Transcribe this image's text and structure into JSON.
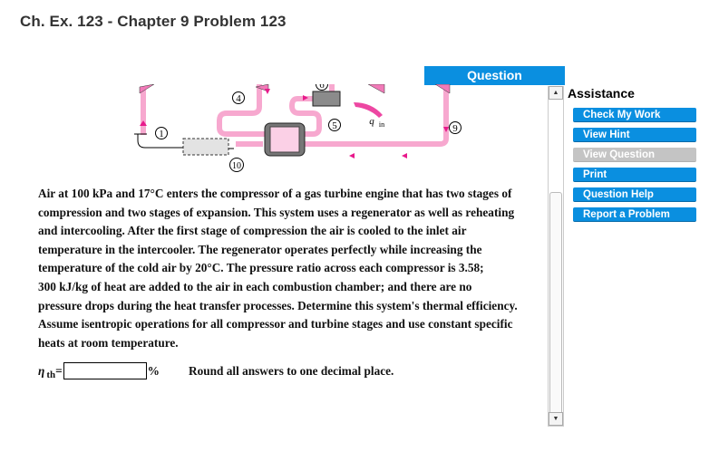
{
  "page_title": "Ch. Ex. 123 - Chapter 9 Problem 123",
  "question_tab": "Question",
  "diagram": {
    "labels": {
      "s1": "1",
      "s4": "4",
      "s5": "5",
      "s6": "6",
      "s9": "9",
      "s10": "10"
    },
    "q_in": "q",
    "q_in_sub": "in",
    "pipe_color": "#f7a8cf",
    "arrow_color": "#e8198b"
  },
  "problem_lines": [
    "Air at 100 kPa and 17°C enters the compressor of a gas turbine engine that has two stages of",
    "compression and two stages of expansion. This system uses a regenerator as well as reheating",
    "and intercooling. After the first stage of compression the air is cooled to the inlet air",
    "temperature in the intercooler. The regenerator operates perfectly while increasing the",
    "temperature of the cold air by 20°C.  The pressure ratio across each compressor is 3.58;",
    "300 kJ/kg of heat are added to the air in each combustion chamber; and there are no",
    "pressure drops during the heat transfer processes. Determine this system's thermal efficiency.",
    "Assume isentropic operations for all compressor and turbine stages and use constant specific",
    "heats at room temperature."
  ],
  "answer": {
    "symbol": "η",
    "subscript": "th",
    "equals": "=",
    "value": "",
    "unit": "%",
    "note": "Round all answers to one decimal place."
  },
  "assistance": {
    "heading": "Assistance",
    "buttons": [
      {
        "label": "Check My Work",
        "enabled": true
      },
      {
        "label": "View Hint",
        "enabled": true
      },
      {
        "label": "View Question",
        "enabled": false
      },
      {
        "label": "Print",
        "enabled": true
      },
      {
        "label": "Question Help",
        "enabled": true
      },
      {
        "label": "Report a Problem",
        "enabled": true
      }
    ]
  },
  "colors": {
    "accent": "#0a8fe0",
    "disabled": "#c4c4c4"
  }
}
